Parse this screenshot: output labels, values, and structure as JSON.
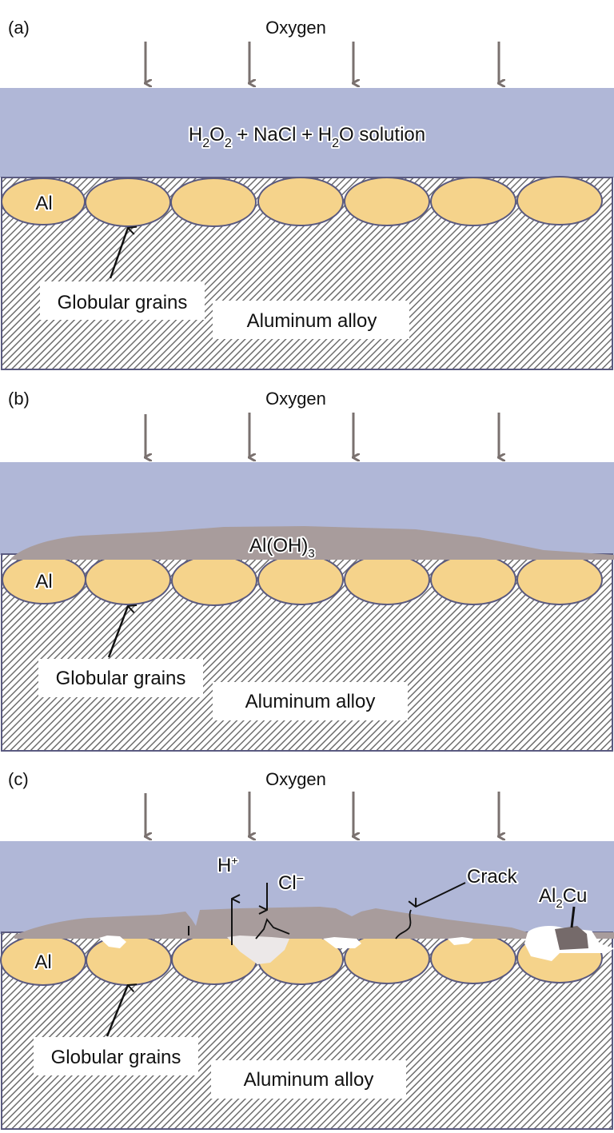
{
  "colors": {
    "solution": "#b0b7d7",
    "grain": "#f5d38b",
    "grain_stroke": "#5a5a80",
    "hatch_line": "#6e6e6e",
    "hydroxide": "#a89c9c",
    "arrow_gray": "#7a716f",
    "al2cu": "#756a6a",
    "pit": "#ece8e8"
  },
  "panels": [
    {
      "id": "a",
      "tag": "(a)",
      "oxygen_label": "Oxygen",
      "solution_label": {
        "parts": [
          "H",
          "2",
          "O",
          "2",
          " + NaCl + H",
          "2",
          "O solution"
        ]
      },
      "grain_label": "Al",
      "globular_label": "Globular grains",
      "alloy_label": "Aluminum alloy"
    },
    {
      "id": "b",
      "tag": "(b)",
      "oxygen_label": "Oxygen",
      "hydroxide_label": {
        "main": "Al(OH)",
        "sub": "3"
      },
      "grain_label": "Al",
      "globular_label": "Globular grains",
      "alloy_label": "Aluminum alloy"
    },
    {
      "id": "c",
      "tag": "(c)",
      "oxygen_label": "Oxygen",
      "h_ion_label": {
        "main": "H",
        "sup": "+"
      },
      "cl_ion_label": {
        "main": "Cl",
        "sup": "−"
      },
      "crack_label": "Crack",
      "al2cu_label": {
        "main": "Al",
        "sub": "2",
        "rest": "Cu"
      },
      "grain_label": "Al",
      "globular_label": "Globular grains",
      "alloy_label": "Aluminum alloy"
    }
  ]
}
